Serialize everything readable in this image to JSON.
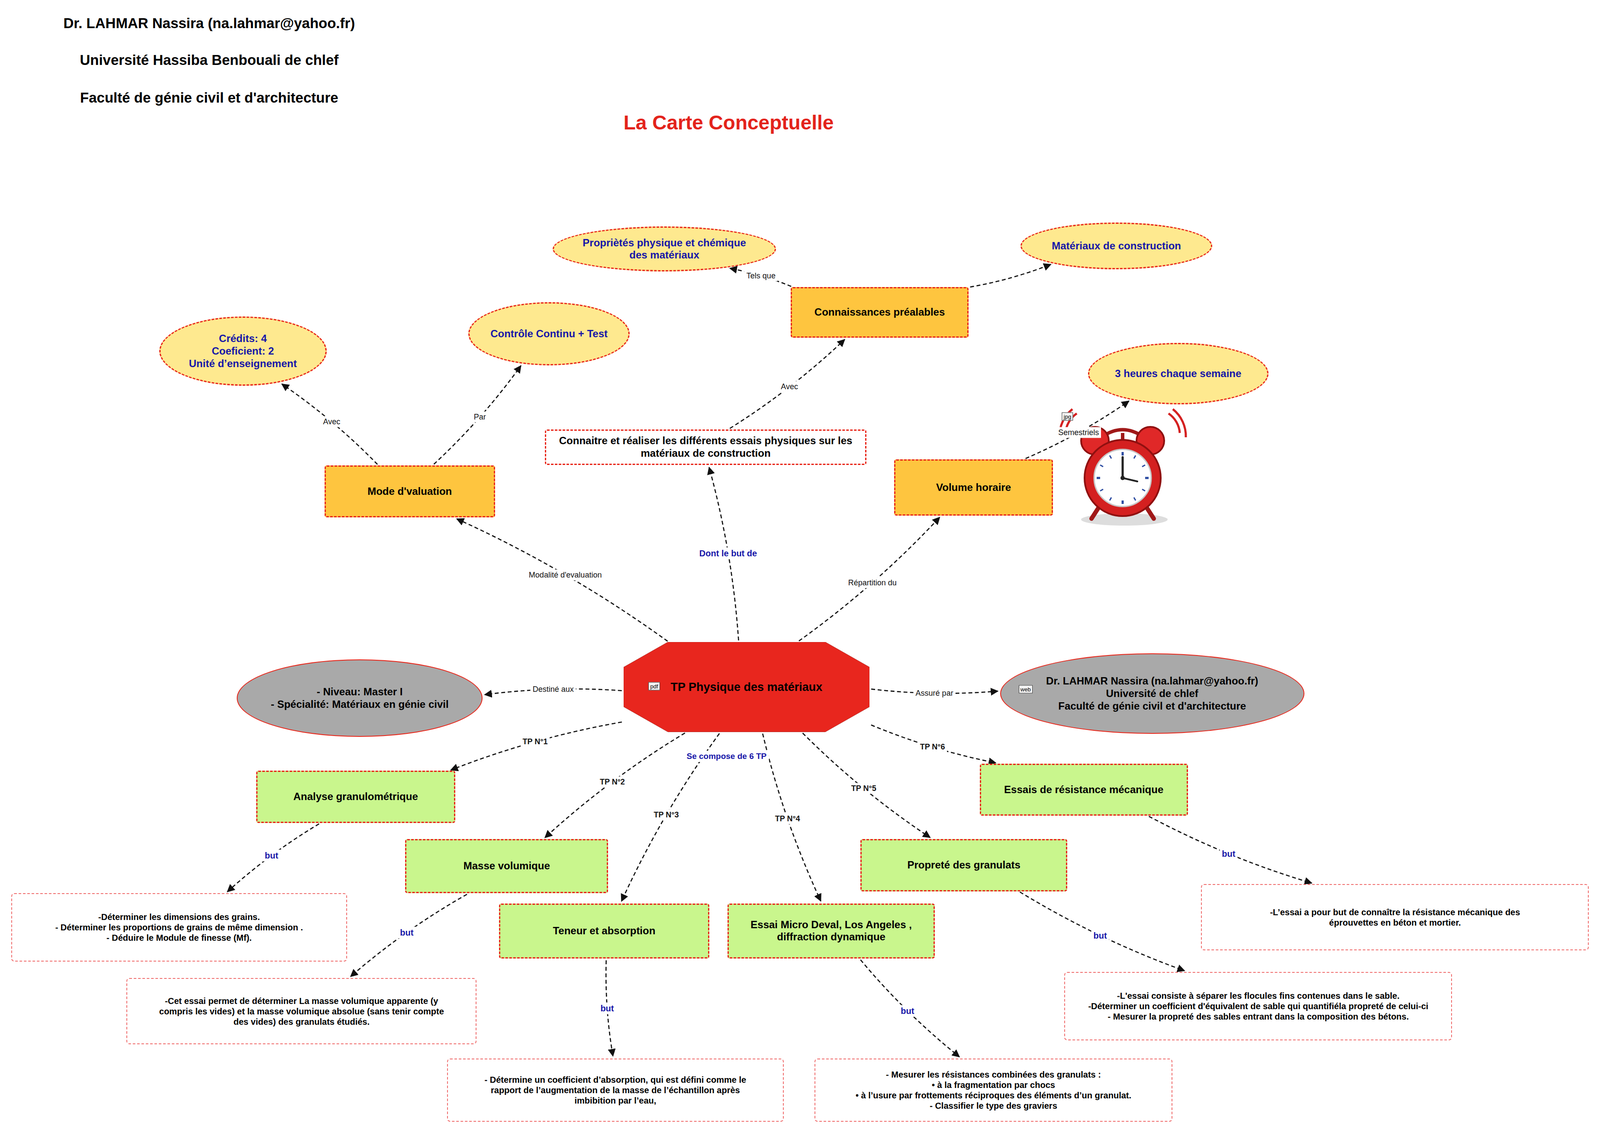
{
  "diagram": {
    "title": "La Carte Conceptuelle",
    "nodes": [
      {
        "text": [
          "Propriètés physique et chémique des matériaux"
        ]
      },
      {
        "text": [
          "Matériaux de construction"
        ]
      },
      {
        "text": [
          "Connaissances préalables"
        ]
      },
      {
        "text": [
          "Crédits: 4",
          "Coeficient: 2",
          "Unité d’enseignement"
        ]
      },
      {
        "text": [
          "Contrôle Continu + Test"
        ]
      },
      {
        "text": [
          "3 heures chaque semaine"
        ]
      },
      {
        "text": [
          "Connaitre et réaliser les différents essais physiques sur les matériaux de construction"
        ]
      },
      {
        "text": [
          "Mode d'valuation"
        ]
      },
      {
        "text": [
          "Volume horaire"
        ]
      },
      {
        "text": [
          "TP Physique des matériaux"
        ]
      },
      {
        "text": [
          "- Niveau: Master I",
          "- Spécialité: Matériaux en génie civil"
        ]
      },
      {
        "text": [
          "Dr. LAHMAR Nassira (na.lahmar@yahoo.fr)",
          "Université de chlef",
          "Faculté de génie civil et d'architecture"
        ]
      },
      {
        "text": [
          "Analyse granulométrique"
        ]
      },
      {
        "text": [
          "Masse volumique"
        ]
      },
      {
        "text": [
          "Teneur et absorption"
        ]
      },
      {
        "text": [
          "Essai Micro Deval, Los Angeles , diffraction dynamique"
        ]
      },
      {
        "text": [
          "Propreté des granulats"
        ]
      },
      {
        "text": [
          "Essais de résistance mécanique"
        ]
      },
      {
        "text": [
          "-Déterminer les dimensions des grains.",
          "- Déterminer les proportions de grains de même dimension .",
          "- Déduire le Module de finesse (Mf)."
        ]
      },
      {
        "text": [
          "-Cet essai permet de déterminer La masse volumique apparente (y compris les vides) et la masse volumique absolue (sans tenir compte des vides) des granulats étudiés."
        ]
      },
      {
        "text": [
          "- Détermine un coefficient d’absorption, qui est défini comme le rapport de l’augmentation de la masse de l’échantillon après imbibition par l’eau,"
        ]
      },
      {
        "text": [
          "- Mesurer les résistances combinées des granulats :",
          "• à la fragmentation par chocs",
          "• à l’usure par frottements réciproques des éléments d’un granulat.",
          "- Classifier le type des graviers"
        ]
      },
      {
        "text": [
          "-L'essai consiste à séparer les flocules fins contenues dans le sable.",
          "-Déterminer un coefficient d'équivalent de sable qui quantifiéla propreté de celui-ci",
          "- Mesurer la propreté des sables entrant dans la composition des bétons."
        ]
      },
      {
        "text": [
          "-L’essai a pour but de connaître la résistance mécanique des éprouvettes en béton et mortier."
        ]
      }
    ],
    "edges": [
      {
        "from": 2,
        "to": 0,
        "label": "Tels que",
        "arrow": "to"
      },
      {
        "from": 2,
        "to": 1,
        "arrow": "to"
      },
      {
        "from": 6,
        "to": 2,
        "label": "Avec",
        "arrow": "to"
      },
      {
        "from": 7,
        "to": 3,
        "label": "Avec",
        "arrow": "to"
      },
      {
        "from": 7,
        "to": 4,
        "label": "Par",
        "arrow": "to"
      },
      {
        "from": 8,
        "to": 5,
        "label": "Semestriels",
        "arrow": "to"
      },
      {
        "from": 9,
        "to": 7,
        "label": "Modalité d'evaluation",
        "arrow": "to"
      },
      {
        "from": 9,
        "to": 6,
        "label": "Dont le but de",
        "arrow": "to"
      },
      {
        "from": 9,
        "to": 8,
        "label": "Répartition du",
        "arrow": "to"
      },
      {
        "from": 9,
        "to": 10,
        "label": "Destiné aux",
        "arrow": "to"
      },
      {
        "from": 9,
        "to": 11,
        "label": "Assuré par",
        "arrow": "to"
      },
      {
        "from": 9,
        "to": 12,
        "label": "TP N°1",
        "arrow": "to"
      },
      {
        "from": 9,
        "to": 13,
        "label": "TP N°2",
        "arrow": "to"
      },
      {
        "from": 9,
        "to": 14,
        "label": "TP N°3",
        "arrow": "to"
      },
      {
        "from": 9,
        "to": 15,
        "label": "TP N°4",
        "arrow": "to"
      },
      {
        "from": 9,
        "to": 16,
        "label": "TP N°5",
        "arrow": "to"
      },
      {
        "from": 9,
        "to": 17,
        "label": "TP N°6",
        "arrow": "to"
      },
      {
        "from": 12,
        "to": 18,
        "label": "but",
        "arrow": "to"
      },
      {
        "from": 13,
        "to": 19,
        "label": "but",
        "arrow": "to"
      },
      {
        "from": 14,
        "to": 20,
        "label": "but",
        "arrow": "to"
      },
      {
        "from": 15,
        "to": 21,
        "label": "but",
        "arrow": "to"
      },
      {
        "from": 16,
        "to": 22,
        "label": "but",
        "arrow": "to"
      },
      {
        "from": 17,
        "to": 23,
        "label": "but",
        "arrow": "to"
      }
    ],
    "labels": [
      "Dr. LAHMAR Nassira (na.lahmar@yahoo.fr)",
      "Université Hassiba Benbouali de chlef",
      "Faculté de génie civil et d'architecture",
      "jpg",
      "pdf",
      "web",
      "Se compose de 6 TP"
    ]
  }
}
